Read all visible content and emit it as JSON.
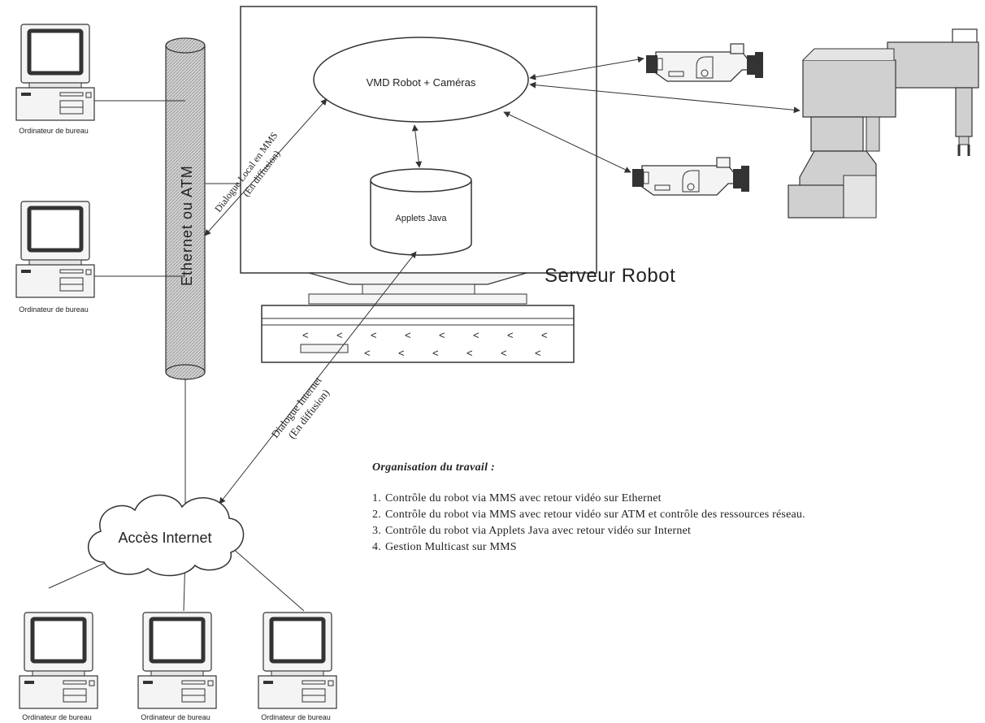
{
  "network_label": "Ethernet ou ATM",
  "desktop_label": "Ordinateur de bureau",
  "vmd_label": "VMD Robot + Caméras",
  "applets_label": "Applets Java",
  "server_label": "Serveur Robot",
  "internet_label": "Accès Internet",
  "local_dialog": {
    "line1": "Dialogue Local en MMS",
    "line2": "(En diffusion)"
  },
  "internet_dialog": {
    "line1": "Dialogue Internet",
    "line2": "(En diffusion)"
  },
  "notes": {
    "title": "Organisation du travail :",
    "items": [
      {
        "num": "1.",
        "text": "Contrôle du robot via MMS avec retour vidéo sur Ethernet"
      },
      {
        "num": "2.",
        "text": "Contrôle du robot via MMS avec retour vidéo sur ATM et contrôle des ressources réseau."
      },
      {
        "num": "3.",
        "text": "Contrôle du robot via Applets Java avec retour vidéo sur Internet"
      },
      {
        "num": "4.",
        "text": "Gestion Multicast sur MMS"
      }
    ]
  },
  "colors": {
    "line": "#333333",
    "gray_fill": "#c8c8c8",
    "robot_fill": "#d0d0d0"
  }
}
